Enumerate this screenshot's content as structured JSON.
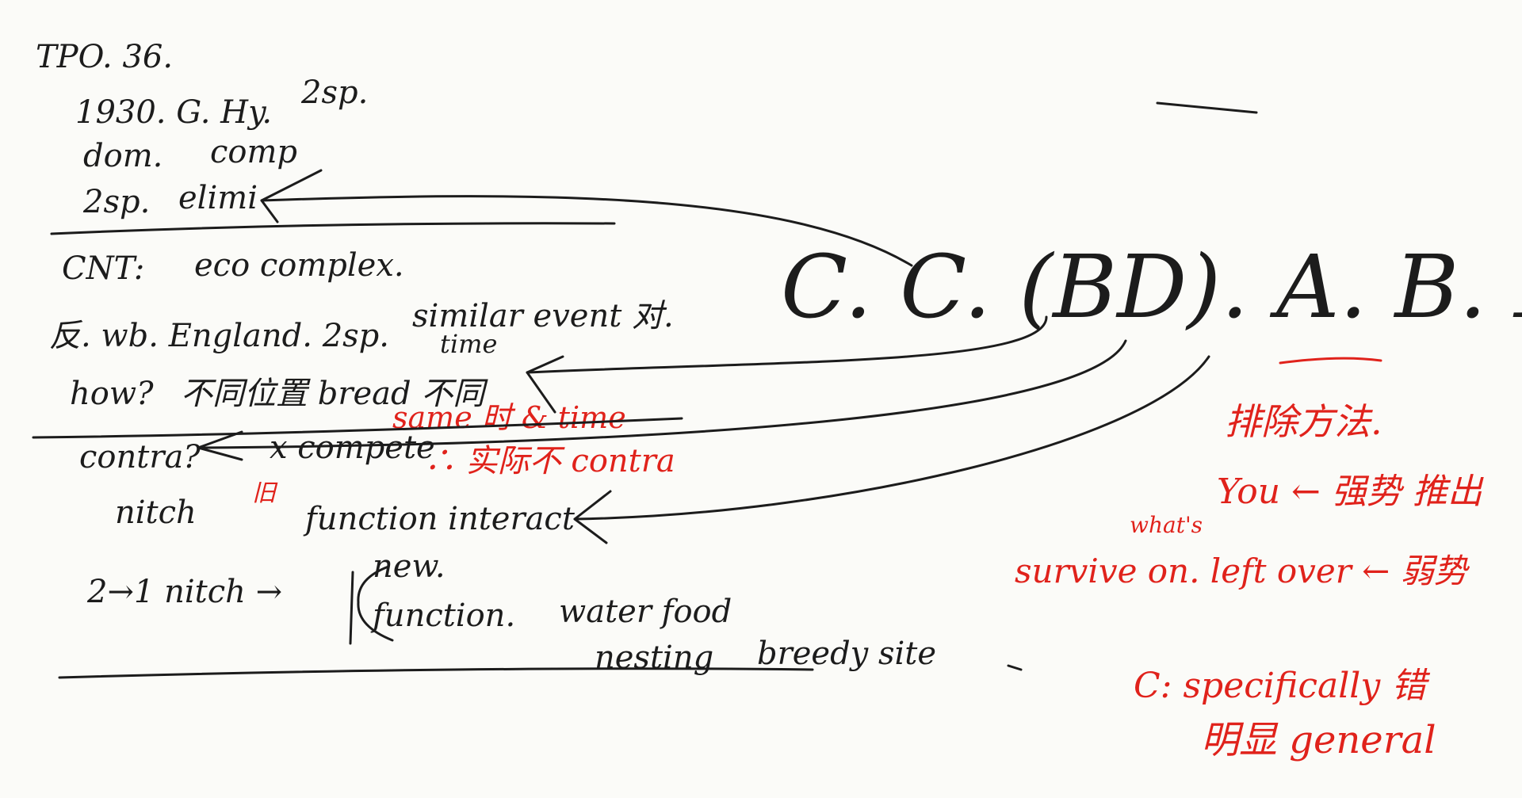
{
  "note": {
    "title": "TPO. 36.",
    "left_column": [
      {
        "text": "1930. G. Hy.",
        "extra": "2sp."
      },
      {
        "text": "dom.",
        "extra": "comp"
      },
      {
        "text": "2sp.",
        "extra": "elimi"
      },
      {
        "text": "CNT:",
        "extra": "eco complex."
      },
      {
        "text": "反. wb. England. 2sp.",
        "extra": "similar event 对."
      },
      {
        "text": "how?",
        "extra": "不同位置   bread 不同"
      },
      {
        "text": "time"
      },
      {
        "text": "contra?",
        "extra": "x compete"
      },
      {
        "text": "nitch",
        "extra": "function interact"
      },
      {
        "text": "2→1 nitch →",
        "extra": "new."
      },
      {
        "text": "function.",
        "extra": "water food"
      },
      {
        "text": "nesting",
        "extra": "breedy site"
      }
    ],
    "red_notes": {
      "same_place_time": "same 时 & time",
      "not_contra": "∴ 实际不 contra",
      "label_old": "旧"
    },
    "answers": {
      "first_line": "C. C. (BD). A. B. D.",
      "eliminate": "排除方法.",
      "you_line": "You ← 强势 推出",
      "whats": "what's",
      "survive": "survive on.   left over ← 弱势",
      "c_specifically": "C: specifically 错",
      "general": "明显 general"
    }
  },
  "colors": {
    "ink": "#1c1c1c",
    "red_ink": "#e0221b",
    "paper": "#fbfbf8"
  }
}
